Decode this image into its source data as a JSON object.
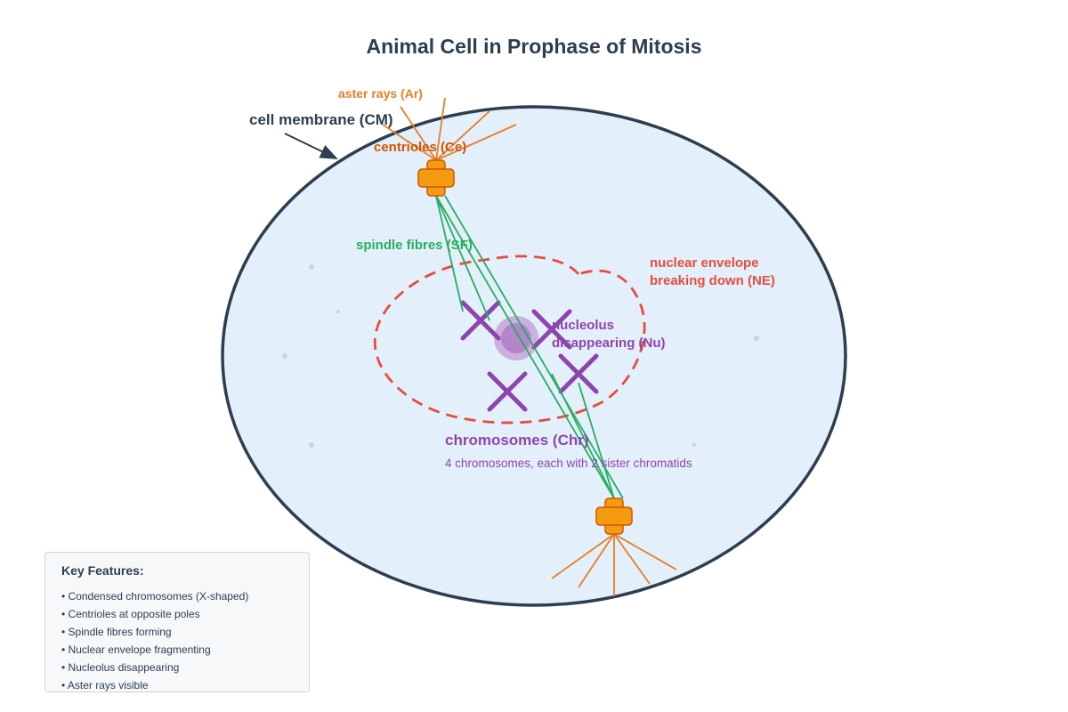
{
  "title": "Animal Cell in Prophase of Mitosis",
  "labels": {
    "aster_rays": "aster rays (Ar)",
    "cell_membrane": "cell membrane (CM)",
    "centrioles": "centrioles (Ce)",
    "spindle_fibres": "spindle fibres (SF)",
    "nuclear_envelope_1": "nuclear envelope",
    "nuclear_envelope_2": "breaking down (NE)",
    "nucleolus_1": "nucleolus",
    "nucleolus_2": "disappearing (Nu)",
    "chromosomes": "chromosomes (Chr)",
    "chromosomes_note": "4 chromosomes, each with 2 sister chromatids"
  },
  "key": {
    "title": "Key Features:",
    "items": [
      "Condensed chromosomes (X-shaped)",
      "Centrioles at opposite poles",
      "Spindle fibres forming",
      "Nuclear envelope fragmenting",
      "Nucleolus disappearing",
      "Aster rays visible"
    ]
  },
  "colors": {
    "membrane": "#2c3e50",
    "cytoplasm": "#e3f0fb",
    "aster": "#e67e22",
    "centriole": "#f39c12",
    "spindle": "#27ae60",
    "envelope": "#e74c3c",
    "chromosome": "#8e44ad"
  }
}
